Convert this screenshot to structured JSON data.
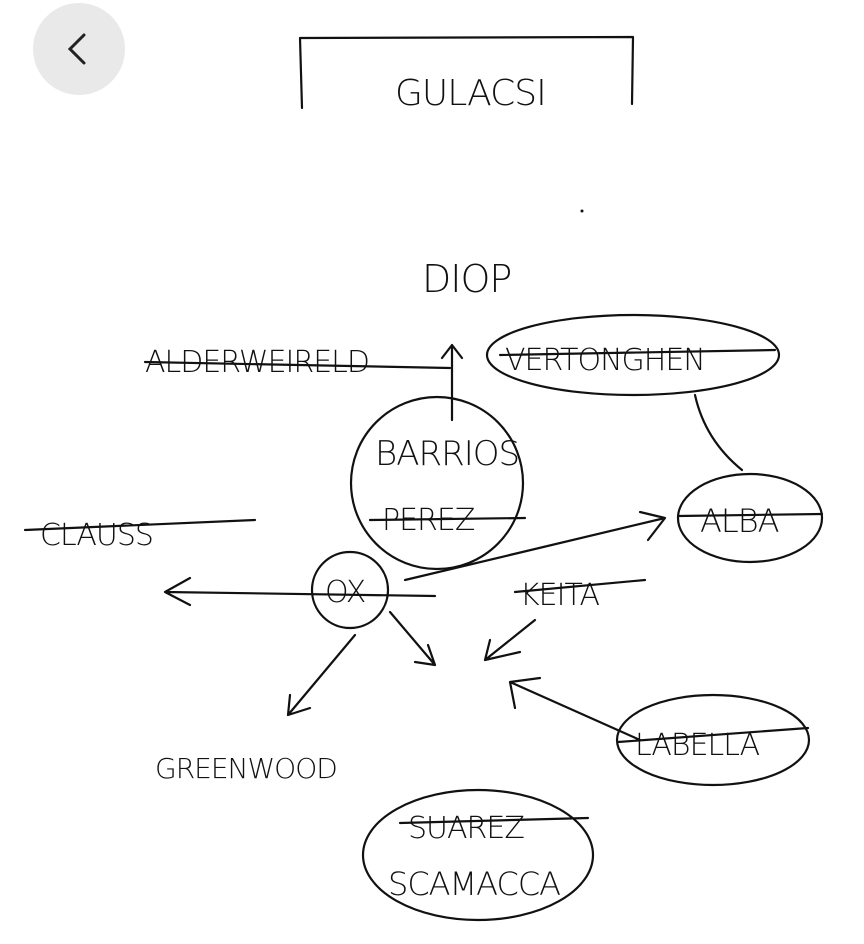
{
  "nav": {
    "back_icon": "chevron-left-icon"
  },
  "sketch": {
    "goalkeeper": "GULACSI",
    "top": "DIOP",
    "alderweireld": "ALDERWEIRELD",
    "vertonghen": "VERTONGHEN",
    "barrios": "BARRIOS",
    "perez": "PEREZ",
    "clauss": "CLAUSS",
    "ox": "OX",
    "alba": "ALBA",
    "keita": "KEITA",
    "greenwood": "GREENWOOD",
    "labella": "LABELLA",
    "suarez": "SUAREZ",
    "scamacca": "SCAMACCA"
  }
}
